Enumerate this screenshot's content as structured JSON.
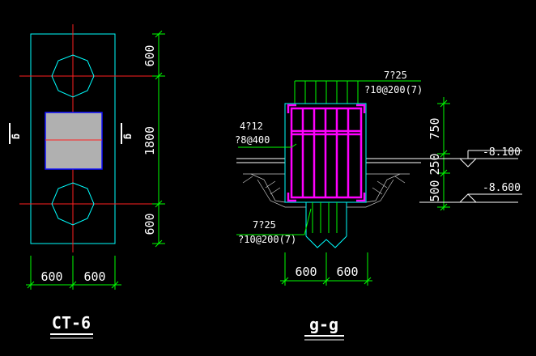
{
  "colors": {
    "background": "#000000",
    "outline": "#00ffff",
    "centerline": "#ff2020",
    "dimension": "#00ff00",
    "text": "#ffffff",
    "rebar": "#ff00ff",
    "pile": "#b0b0b0",
    "column": "#1010ff",
    "hatch": "#c8c8c8"
  },
  "plan": {
    "title": "CT-6",
    "section_mark_left": "g",
    "section_mark_right": "g",
    "dims_vertical": [
      "600",
      "1800",
      "600"
    ],
    "dims_horizontal": [
      "600",
      "600"
    ]
  },
  "section": {
    "title": "g-g",
    "rebar_top_main": "7?25",
    "rebar_top_stirrup": "?10@200(7)",
    "rebar_side_main": "4?12",
    "rebar_side_stirrup": "?8@400",
    "rebar_bottom_main": "7?25",
    "rebar_bottom_stirrup": "?10@200(7)",
    "dims_vertical": [
      "750",
      "250",
      "500"
    ],
    "dims_horizontal": [
      "600",
      "600"
    ],
    "elevation_upper": "-8.100",
    "elevation_lower": "-8.600"
  }
}
